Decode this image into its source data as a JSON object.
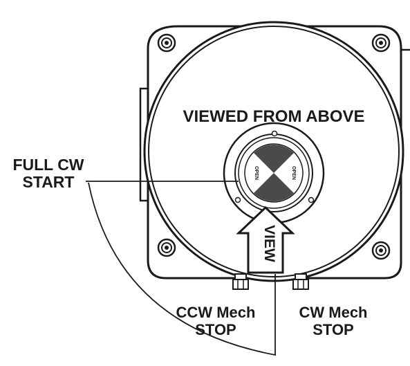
{
  "diagram": {
    "heading": "VIEWED FROM ABOVE",
    "full_cw_start": [
      "FULL CW",
      "START"
    ],
    "ccw_stop": [
      "CCW Mech",
      "STOP"
    ],
    "cw_stop": [
      "CW Mech",
      "STOP"
    ],
    "view_arrow_label": "VIEW",
    "indicator_open_left": "OPEN",
    "indicator_open_right": "OPEN"
  },
  "colors": {
    "ink": "#1a1a1a",
    "indicator_dark": "#4a4a4a",
    "background": "#ffffff"
  }
}
